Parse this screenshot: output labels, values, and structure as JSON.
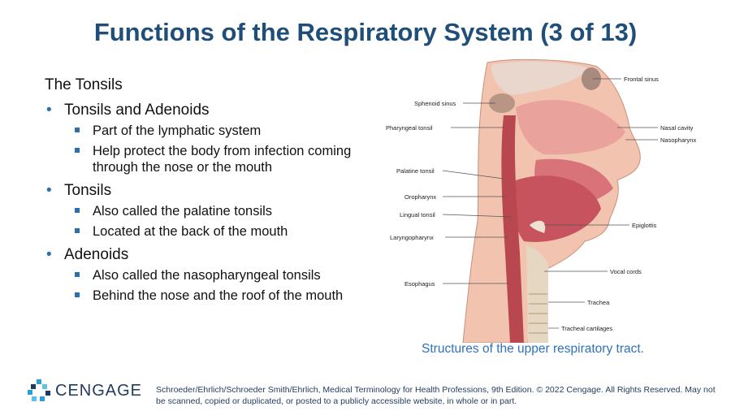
{
  "slide": {
    "title": "Functions of the Respiratory System (3 of 13)",
    "intro": "The Tonsils",
    "sections": [
      {
        "heading": "Tonsils and Adenoids",
        "items": [
          "Part of the lymphatic system",
          "Help protect the body from infection coming through the nose or the mouth"
        ]
      },
      {
        "heading": "Tonsils",
        "items": [
          "Also called the palatine tonsils",
          "Located at the back of the mouth"
        ]
      },
      {
        "heading": "Adenoids",
        "items": [
          "Also called the nasopharyngeal tonsils",
          "Behind the nose and the roof of the mouth"
        ]
      }
    ]
  },
  "figure": {
    "labels": {
      "frontal_sinus": "Frontal sinus",
      "sphenoid_sinus": "Sphenoid sinus",
      "pharyngeal_tonsil": "Pharyngeal tonsil",
      "nasal_cavity": "Nasal cavity",
      "nasopharynx": "Nasopharynx",
      "palatine_tonsil": "Palatine tonsil",
      "oropharynx": "Oropharynx",
      "lingual_tonsil": "Lingual tonsil",
      "epiglottis": "Epiglottis",
      "laryngopharynx": "Laryngopharynx",
      "vocal_cords": "Vocal cords",
      "esophagus": "Esophagus",
      "trachea": "Trachea",
      "tracheal_cartilages": "Tracheal cartilages"
    },
    "caption": "Structures of the upper respiratory tract."
  },
  "footer": {
    "brand": "CENGAGE",
    "copyright": "Schroeder/Ehrlich/Schroeder Smith/Ehrlich, Medical Terminology for Health Professions, 9th Edition. © 2022 Cengage. All Rights Reserved. May not be scanned, copied or duplicated, or posted to a publicly accessible website, in whole or in part."
  },
  "colors": {
    "title": "#1f4e79",
    "bullet": "#2c6fae",
    "caption": "#2f72b8",
    "footer_text": "#1f3b5c"
  }
}
